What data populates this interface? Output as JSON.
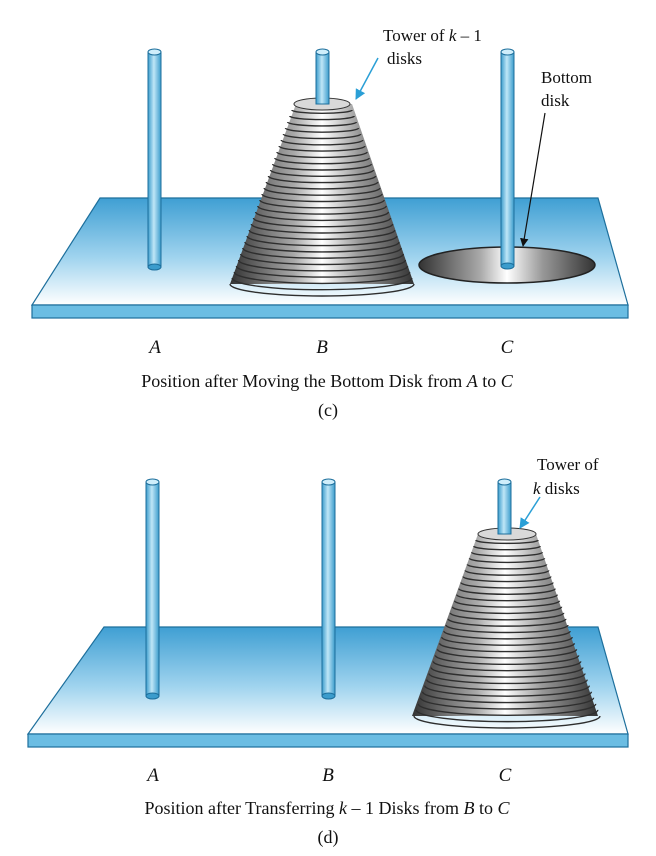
{
  "panels": [
    {
      "id": "c",
      "peg_labels": [
        "A",
        "B",
        "C"
      ],
      "caption_before": "Position after Moving the Bottom Disk from ",
      "caption_from": "A",
      "caption_mid": " to ",
      "caption_to": "C",
      "sub_caption": "(c)",
      "annotations": {
        "tower_line1_prefix": "Tower of ",
        "tower_line1_var": "k",
        "tower_line1_suffix": " – 1",
        "tower_line2": "disks",
        "bottom_line1": "Bottom",
        "bottom_line2": "disk"
      },
      "tower_peg": "B",
      "bottom_disk_peg": "C"
    },
    {
      "id": "d",
      "peg_labels": [
        "A",
        "B",
        "C"
      ],
      "caption_before": "Position after Transferring ",
      "caption_var": "k",
      "caption_mid": " – 1 Disks from ",
      "caption_from": "B",
      "caption_to_word": " to ",
      "caption_to": "C",
      "sub_caption": "(d)",
      "annotations": {
        "tower_line1": "Tower of",
        "tower_line2_var": "k",
        "tower_line2_suffix": " disks"
      },
      "tower_peg": "C"
    }
  ],
  "colors": {
    "board_top": "#4aa7d6",
    "board_front": "#6bbde3",
    "peg": "#5fb8e2",
    "disk_stripe": "#444444",
    "arrow_blue": "#2a9fd6"
  }
}
